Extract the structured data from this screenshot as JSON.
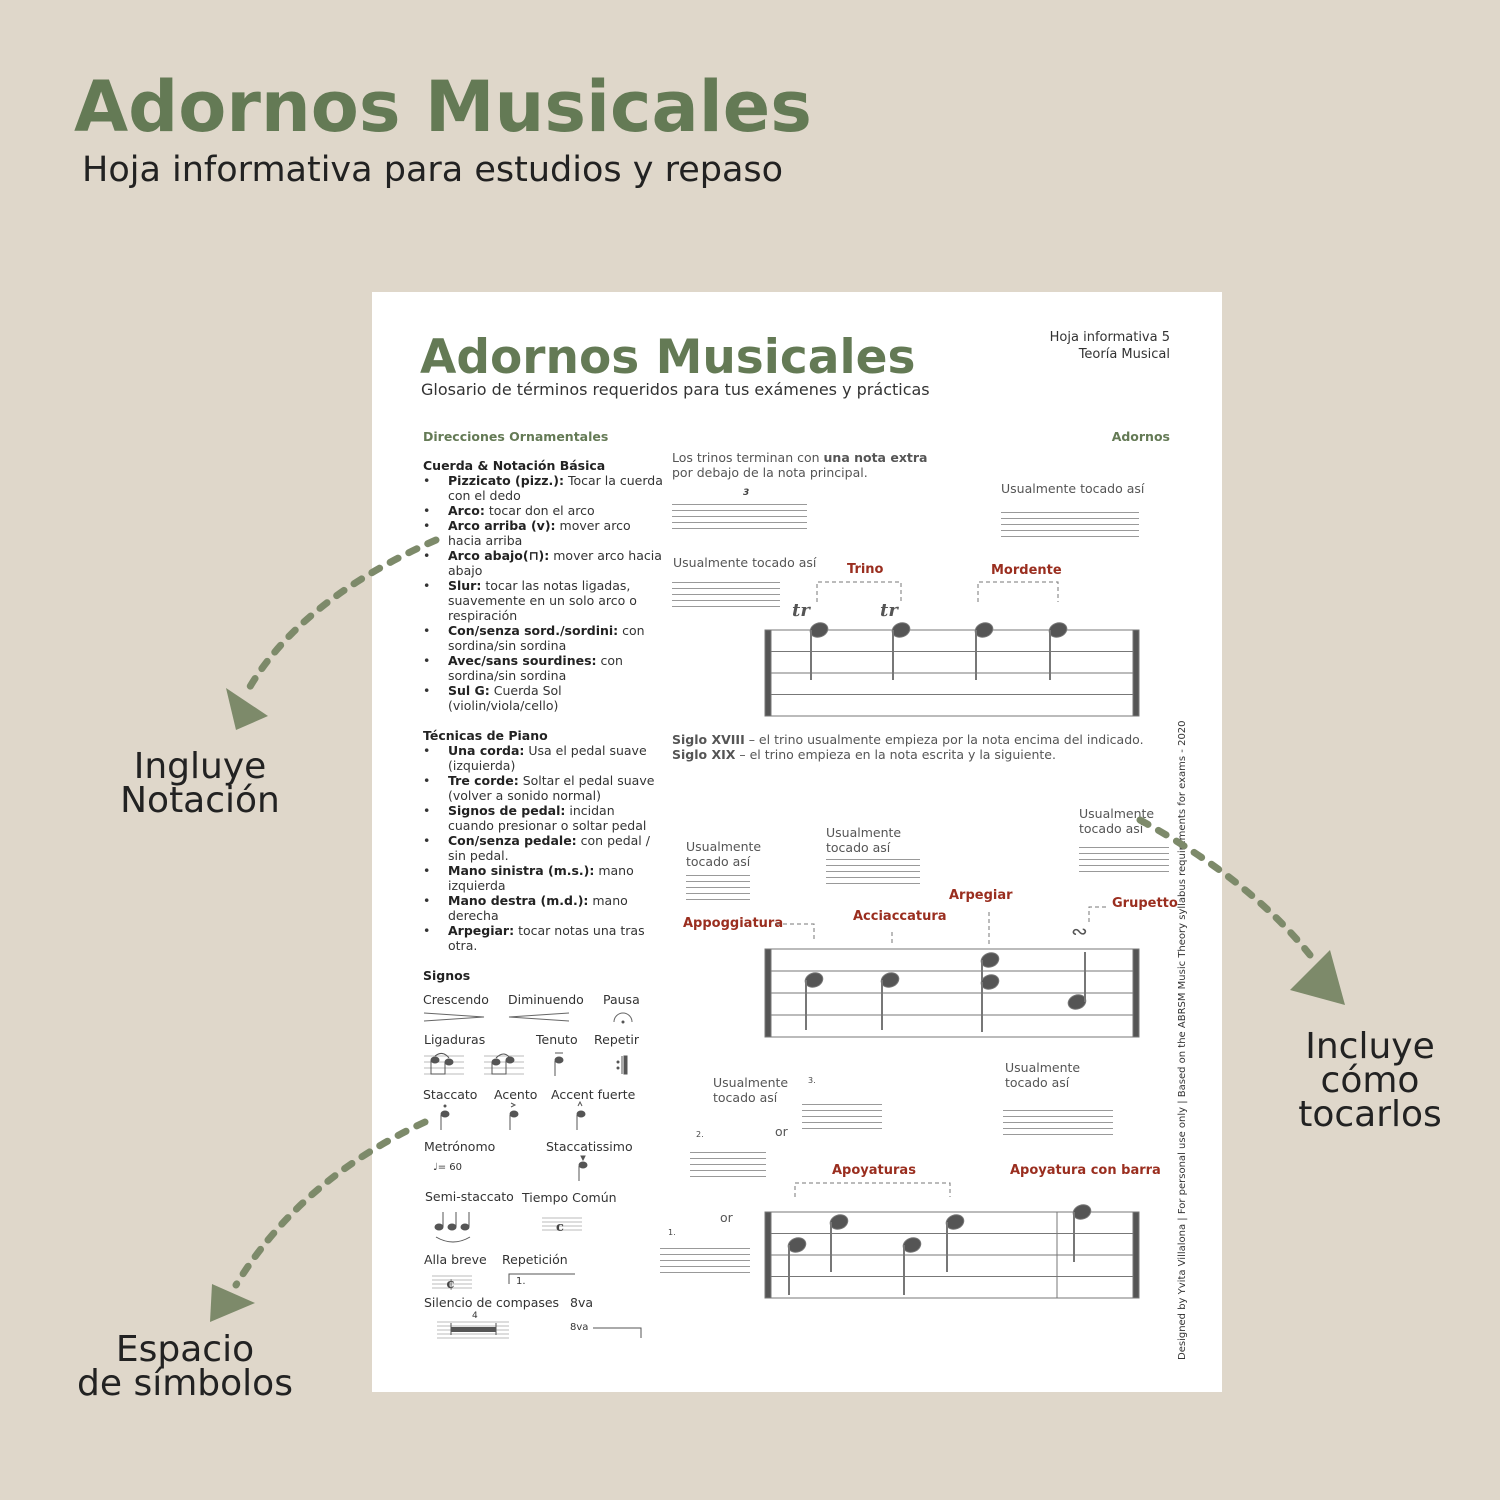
{
  "hero": {
    "title": "Adornos Musicales",
    "subtitle": "Hoja informativa para estudios y repaso"
  },
  "callouts": {
    "notation": [
      "Ingluye",
      "Notación"
    ],
    "how_to_play": [
      "Incluye",
      "cómo",
      "tocarlos"
    ],
    "symbols": [
      "Espacio",
      "de símbolos"
    ]
  },
  "document": {
    "title": "Adornos Musicales",
    "subtitle": "Glosario de términos requeridos para tus exámenes y prácticas",
    "meta": [
      "Hoja informativa 5",
      "Teoría Musical"
    ],
    "left_heading": "Direcciones Ornamentales",
    "right_heading": "Adornos",
    "string_section": {
      "title": "Cuerda & Notación Básica",
      "items": [
        {
          "term": "Pizzicato (pizz.):",
          "def": " Tocar la cuerda con el dedo"
        },
        {
          "term": "Arco:",
          "def": " tocar don el arco"
        },
        {
          "term": "Arco arriba (v):",
          "def": " mover arco hacia arriba"
        },
        {
          "term": "Arco abajo(⊓):",
          "def": " mover arco hacia abajo"
        },
        {
          "term": "Slur:",
          "def": " tocar las notas ligadas, suavemente en un solo arco o respiración"
        },
        {
          "term": "Con/senza sord./sordini:",
          "def": " con sordina/sin sordina"
        },
        {
          "term": "Avec/sans sourdines:",
          "def": " con sordina/sin sordina"
        },
        {
          "term": "Sul G:",
          "def": " Cuerda Sol (violin/viola/cello)"
        }
      ]
    },
    "piano_section": {
      "title": "Técnicas de Piano",
      "items": [
        {
          "term": "Una corda:",
          "def": " Usa el pedal suave (izquierda)"
        },
        {
          "term": "Tre corde:",
          "def": " Soltar el pedal suave (volver a sonido normal)"
        },
        {
          "term": "Signos de pedal:",
          "def": " incidan cuando presionar o soltar pedal"
        },
        {
          "term": "Con/senza pedale:",
          "def": " con pedal / sin pedal."
        },
        {
          "term": "Mano sinistra (m.s.):",
          "def": " mano izquierda"
        },
        {
          "term": "Mano destra (m.d.):",
          "def": " mano derecha"
        },
        {
          "term": "Arpegiar:",
          "def": " tocar notas una tras otra."
        }
      ]
    },
    "signs": {
      "title": "Signos",
      "crescendo": "Crescendo",
      "diminuendo": "Diminuendo",
      "pausa": "Pausa",
      "ligaduras": "Ligaduras",
      "tenuto": "Tenuto",
      "repetir": "Repetir",
      "staccato": "Staccato",
      "acento": "Acento",
      "accent_fuerte": "Accent fuerte",
      "metronomo": "Metrónomo",
      "metronomo_value": "= 60",
      "staccatissimo": "Staccatissimo",
      "semi_staccato": "Semi-staccato",
      "tiempo_comun": "Tiempo Común",
      "alla_breve": "Alla breve",
      "repeticion": "Repetición",
      "repeticion_mark": "1.",
      "silencio": "Silencio de compases",
      "silencio_count": "4",
      "octava": "8va",
      "octava_mark": "8va"
    },
    "ornaments": {
      "trill_note_pre": "Los trinos terminan con ",
      "trill_note_bold": "una nota extra",
      "trill_note_post": " por debajo de la nota principal.",
      "tuplet": "3",
      "played_as": "Usualmente tocado así",
      "played_as_2": [
        "Usualmente",
        "tocado así"
      ],
      "trino": "Trino",
      "mordente": "Mordente",
      "tr": "tr",
      "siglo_xviii_bold": "Siglo XVIII",
      "siglo_xviii": " – el trino usualmente empieza por la nota encima del indicado.",
      "siglo_xix_bold": "Siglo XIX",
      "siglo_xix": " – el trino empieza en la nota escrita y la siguiente.",
      "appoggiatura": "Appoggiatura",
      "acciaccatura": "Acciaccatura",
      "arpegiar": "Arpegiar",
      "grupetto": "Grupetto",
      "apoyaturas": "Apoyaturas",
      "apoyatura_barra": "Apoyatura con barra",
      "or": "or",
      "num1": "1.",
      "num2": "2.",
      "num3": "3."
    },
    "credit": "Designed by Yvita Villalona |  For personal use only  |  Based on the ABRSM Music Theory syllabus requirements for exams - 2020"
  },
  "colors": {
    "background": "#dfd7ca",
    "accent_green": "#647a55",
    "accent_red": "#9a2e1f"
  }
}
